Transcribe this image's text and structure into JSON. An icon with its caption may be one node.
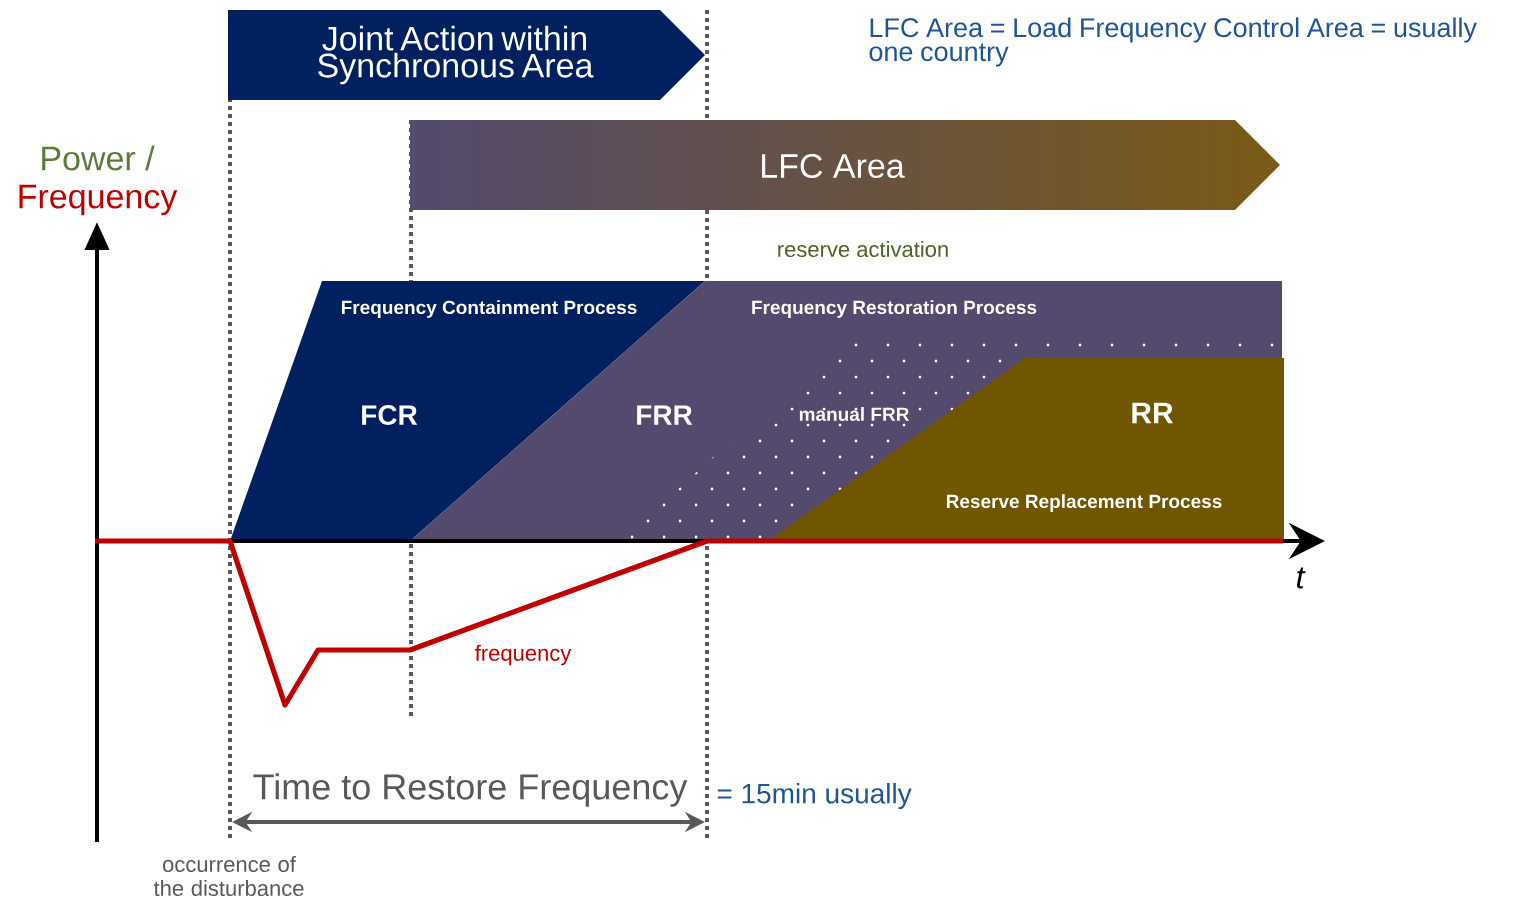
{
  "diagram": {
    "nodes": [
      {
        "text": [
          "Joint Action within Synchronous Area"
        ]
      },
      {
        "text": [
          "LFC Area"
        ]
      },
      {
        "text": [
          "Frequency Containment Process",
          "FCR"
        ]
      },
      {
        "text": [
          "Frequency Restoration Process",
          "FRR"
        ]
      },
      {
        "text": [
          "RR",
          "Reserve Replacement Process"
        ],
        "in": 3
      }
    ],
    "labels": [
      "manual FRR",
      "Power /",
      "Frequency",
      "reserve activation",
      "t",
      "frequency",
      "Time to Restore Frequency",
      "= 15min usually",
      "occurrence of the disturbance",
      "LFC Area = Load Frequency Control Area = usually one country"
    ]
  }
}
